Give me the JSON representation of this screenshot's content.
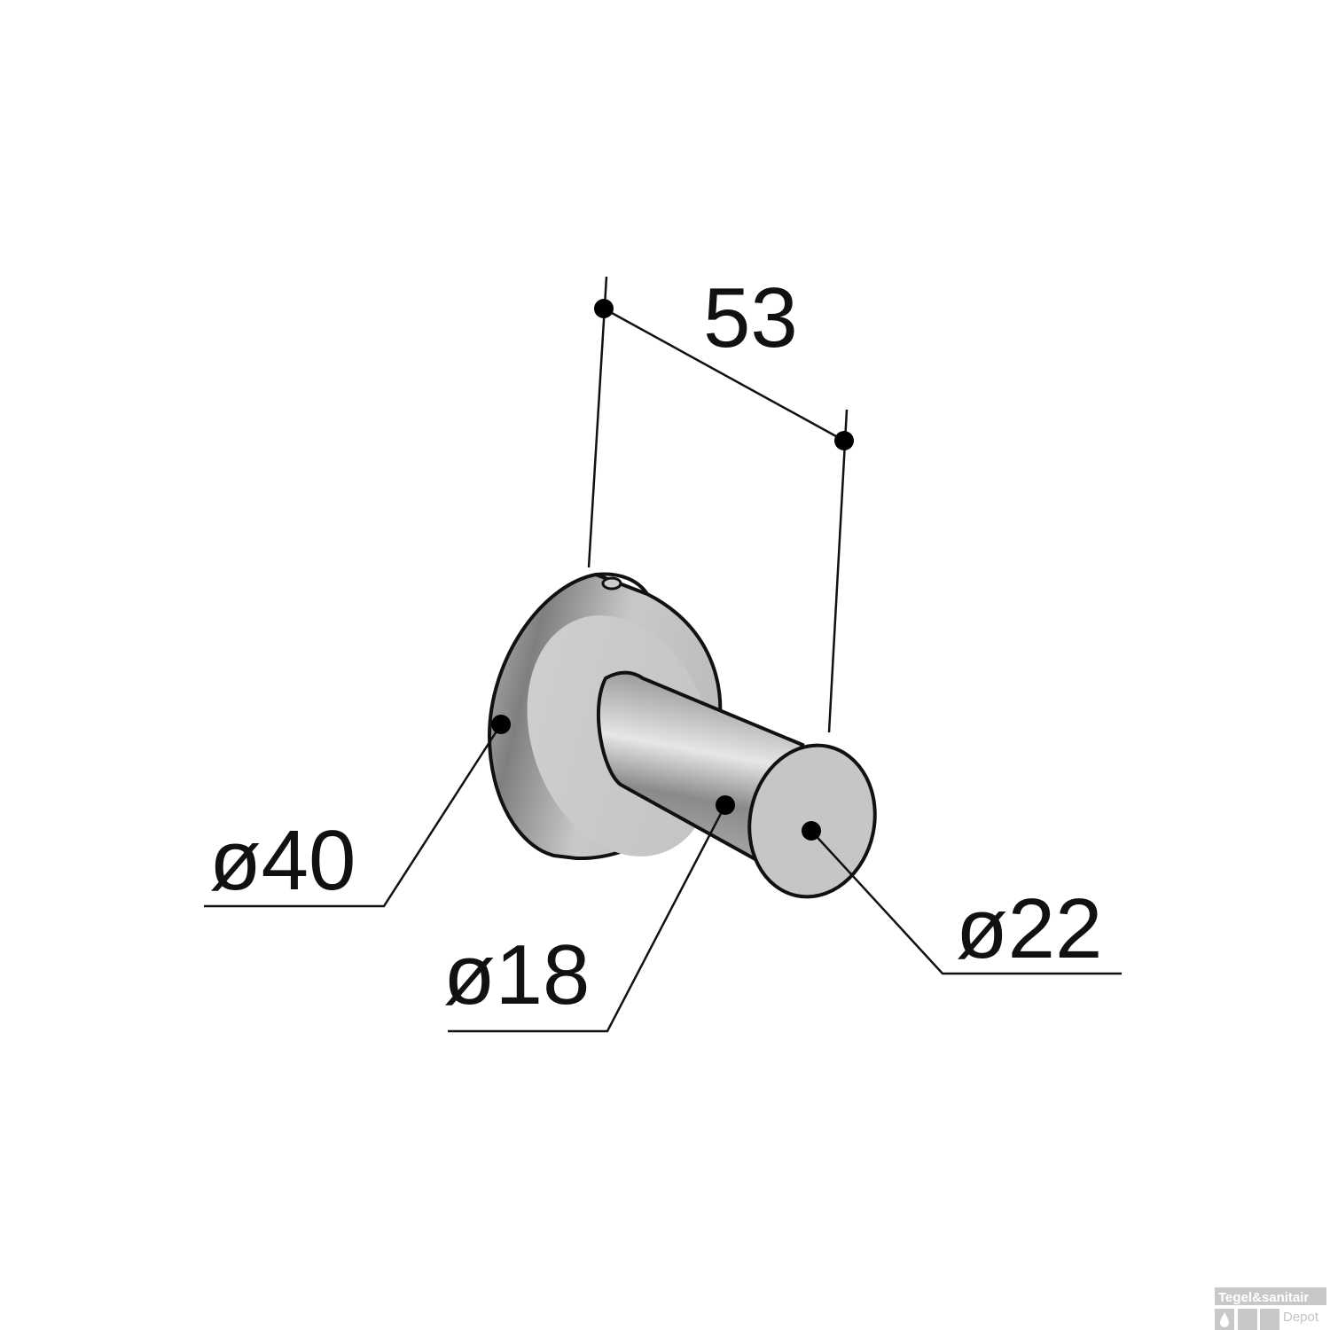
{
  "dimensions": {
    "length": "53",
    "rosette_diameter": "ø40",
    "rod_diameter": "ø18",
    "cap_diameter": "ø22"
  },
  "watermark": {
    "brand_line1": "Tegel&sanitair",
    "brand_line2": "Depot",
    "color": "#c8c8c8"
  },
  "colors": {
    "line": "#111111",
    "metal_light": "#d4d4d4",
    "metal_dark": "#8c8c8c"
  }
}
